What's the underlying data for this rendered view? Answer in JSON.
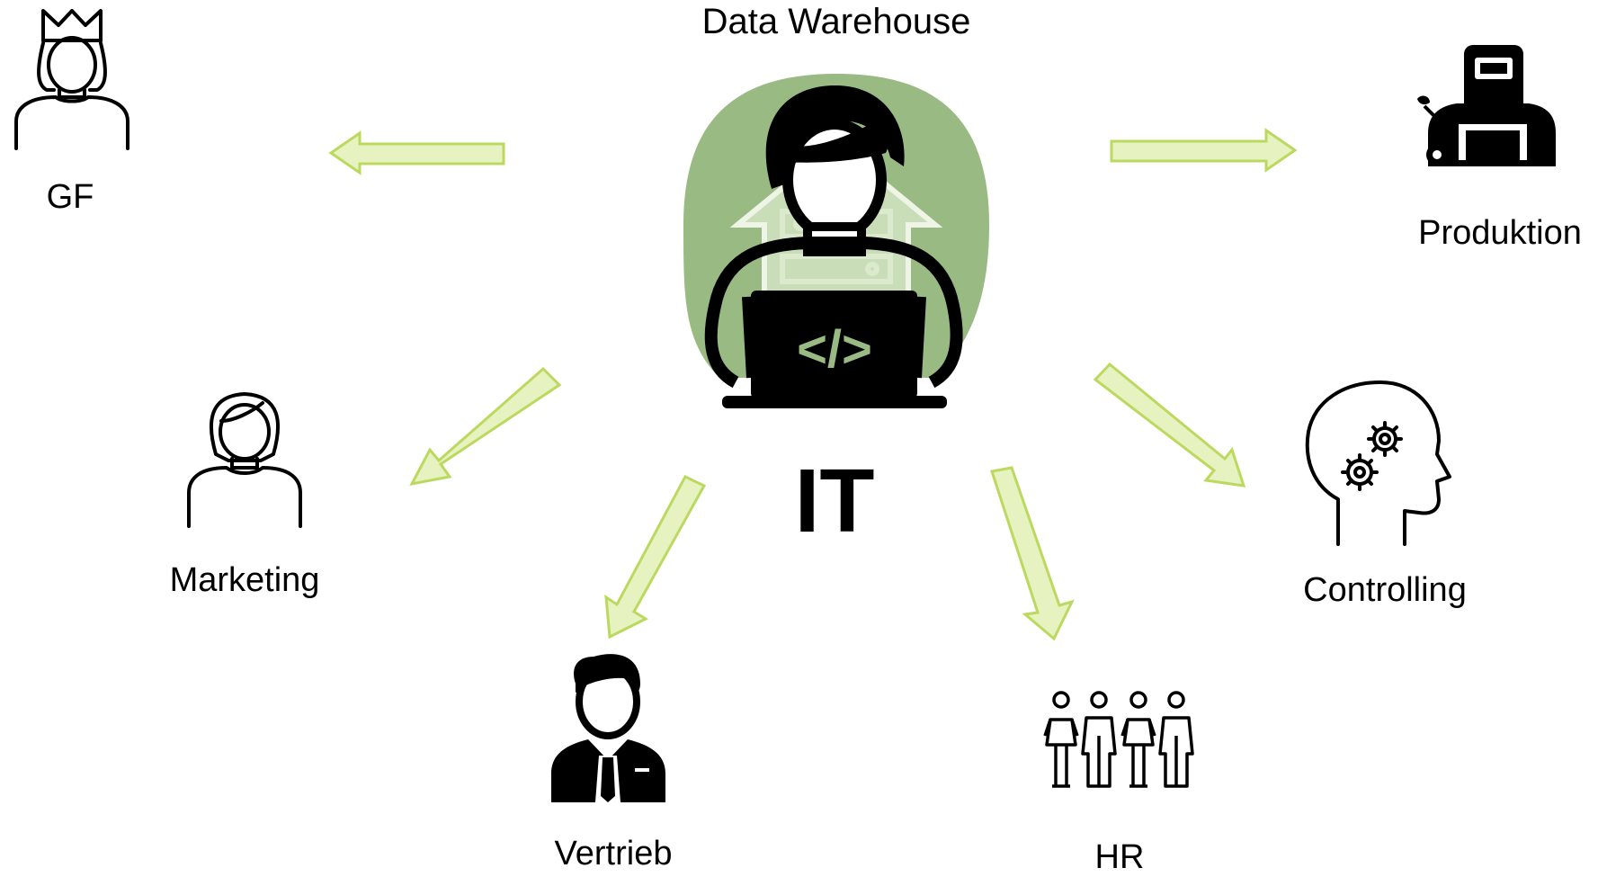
{
  "title": "Data Warehouse",
  "center": {
    "label": "IT",
    "icon": "developer-with-laptop-icon",
    "background_icon": "data-warehouse-house-icon",
    "code_symbol": "</>"
  },
  "departments": [
    {
      "id": "gf",
      "label": "GF",
      "icon": "queen-person-icon"
    },
    {
      "id": "marketing",
      "label": "Marketing",
      "icon": "woman-person-icon"
    },
    {
      "id": "vertrieb",
      "label": "Vertrieb",
      "icon": "businessman-icon"
    },
    {
      "id": "hr",
      "label": "HR",
      "icon": "people-group-icon"
    },
    {
      "id": "controlling",
      "label": "Controlling",
      "icon": "head-gears-icon"
    },
    {
      "id": "produktion",
      "label": "Produktion",
      "icon": "welder-icon"
    }
  ],
  "colors": {
    "blob": "#9aba84",
    "house": "#c9ddb8",
    "arrow_fill": "#e6f2c0",
    "arrow_stroke": "#bcd95f",
    "code_green": "#9aba84",
    "ink": "#000000"
  }
}
